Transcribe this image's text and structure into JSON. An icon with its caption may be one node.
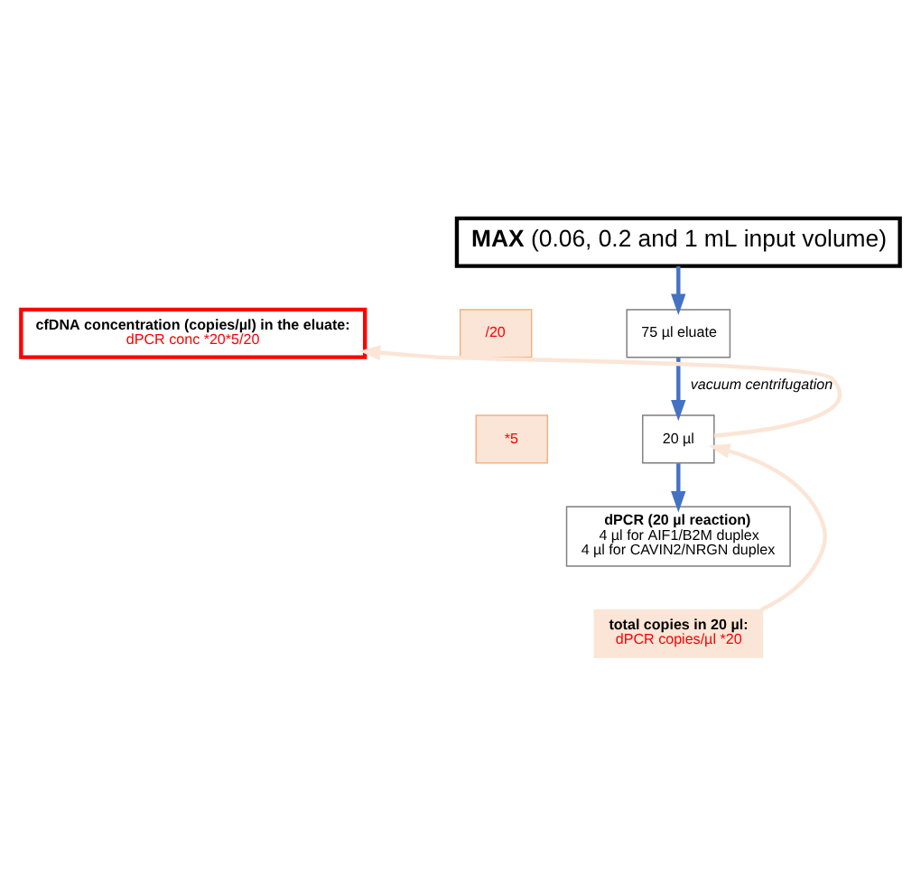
{
  "diagram": {
    "nodes": [
      {
        "text": [
          "**MAX** (0.06, 0.2 and 1 mL input volume)"
        ]
      },
      {
        "text": [
          "cfDNA concentration (copies/µl) in the eluate:",
          "dPCR conc *20*5/20"
        ]
      },
      {
        "text": [
          "/20"
        ]
      },
      {
        "text": [
          "75 µl eluate"
        ]
      },
      {
        "text": [
          "20 µl"
        ]
      },
      {
        "text": [
          "*5"
        ]
      },
      {
        "text": [
          "dPCR (20 µl reaction)",
          "4 µl for AIF1/B2M duplex",
          "4 µl for CAVIN2/NRGN duplex"
        ]
      },
      {
        "text": [
          "total copies in 20 µl:",
          "dPCR copies/µl *20"
        ]
      }
    ],
    "edges": [
      {
        "from": 0,
        "to": 3,
        "arrow": "to"
      },
      {
        "from": 3,
        "to": 4,
        "arrow": "to",
        "label": "vacuum centrifugation"
      },
      {
        "from": 4,
        "to": 6,
        "arrow": "to"
      },
      {
        "from": 7,
        "to": 4,
        "arrow": "to",
        "color": "#fbe5d6"
      },
      {
        "from": 4,
        "to": 1,
        "arrow": "to",
        "color": "#fbe5d6"
      }
    ]
  }
}
